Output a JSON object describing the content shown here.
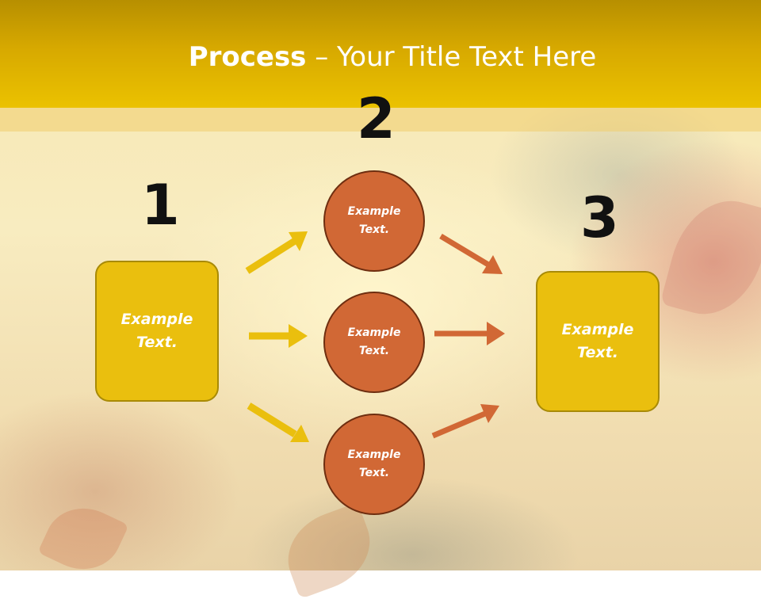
{
  "header": {
    "title_bold": "Process",
    "title_rest": " – Your Title Text Here"
  },
  "steps": {
    "step1": {
      "number": "1",
      "text": "Example\nText."
    },
    "step2": {
      "number": "2",
      "items": [
        "Example\nText.",
        "Example\nText.",
        "Example\nText."
      ]
    },
    "step3": {
      "number": "3",
      "text": "Example\nText."
    }
  },
  "colors": {
    "header": "#e0b400",
    "box_fill": "#eabf0e",
    "circle_fill": "#d16835",
    "arrow_yellow": "#eabf0e",
    "arrow_orange": "#d16835"
  }
}
